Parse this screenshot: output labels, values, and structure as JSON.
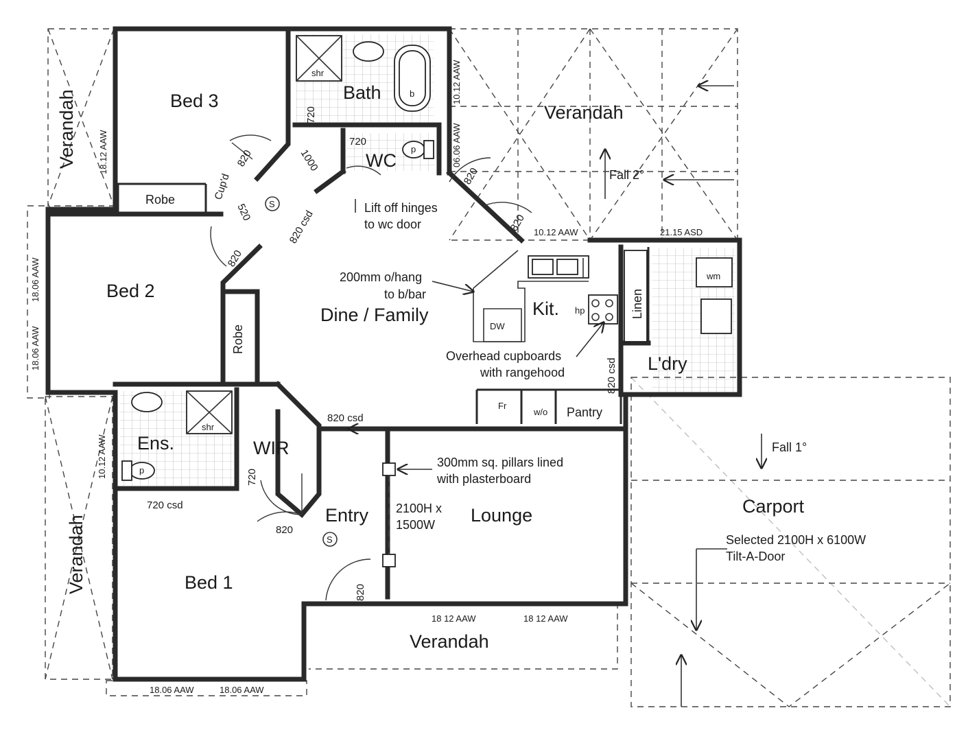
{
  "rooms": {
    "bed3": "Bed 3",
    "bath": "Bath",
    "wc": "WC",
    "robe_top": "Robe",
    "cupd": "Cup'd",
    "bed2": "Bed 2",
    "robe_mid": "Robe",
    "dine_family": "Dine / Family",
    "kit": "Kit.",
    "linen": "Linen",
    "ldry": "L'dry",
    "ens": "Ens.",
    "wir": "WIR",
    "entry": "Entry",
    "lounge": "Lounge",
    "bed1": "Bed 1",
    "carport": "Carport",
    "verandah_top": "Verandah",
    "verandah_left_top": "Verandah",
    "verandah_left_bottom": "Verandah",
    "verandah_bottom": "Verandah",
    "pantry": "Pantry",
    "dw": "DW",
    "fr": "Fr",
    "wo": "w/o",
    "shr_bath": "shr",
    "shr_ens": "shr",
    "bath_b": "b",
    "wc_p": "p",
    "ens_p": "p",
    "wm": "wm",
    "hp": "hp"
  },
  "notes": {
    "lift_off_1": "Lift off hinges",
    "lift_off_2": "to wc door",
    "overhang_1": "200mm o/hang",
    "overhang_2": "to b/bar",
    "overhead_1": "Overhead cupboards",
    "overhead_2": "with rangehood",
    "pillars_1": "300mm sq. pillars lined",
    "pillars_2": "with plasterboard",
    "opening_1": "2100H x",
    "opening_2": "1500W",
    "fall_2": "Fall 2°",
    "fall_1": "Fall 1°",
    "tilt_1": "Selected 2100H x 6100W",
    "tilt_2": "Tilt-A-Door",
    "smoke_1": "S",
    "smoke_2": "S"
  },
  "dims": {
    "d820_bed3": "820",
    "d1000": "1000",
    "d720_bath": "720",
    "d720_wc": "720",
    "d820_wc": "820",
    "d820_kit": "820",
    "d520": "520",
    "d820csd_top": "820 csd",
    "d820_bed2": "820",
    "d820csd_mid": "820 csd",
    "d820csd_ldry": "820 csd",
    "d720_ens_v": "720",
    "d720csd_ens": "720 csd",
    "d820_entry": "820",
    "d820_front": "820",
    "w_1012_bath": "10.12 AAW",
    "w_0606_wc": "06.06 AAW",
    "w_1012_kit": "10.12 AAW",
    "w_2115": "21.15 ASD",
    "w_1812_bed3": "18.12 AAW",
    "w_1806_bed2a": "18.06 AAW",
    "w_1806_bed2b": "18.06 AAW",
    "w_1012_ens": "10.12 AAW",
    "w_1812_a": "18 12 AAW",
    "w_1812_b": "18 12 AAW",
    "w_1806_b1a": "18.06 AAW",
    "w_1806_b1b": "18.06 AAW"
  },
  "colors": {
    "ink": "#2a2a2a",
    "paper": "#ffffff"
  }
}
